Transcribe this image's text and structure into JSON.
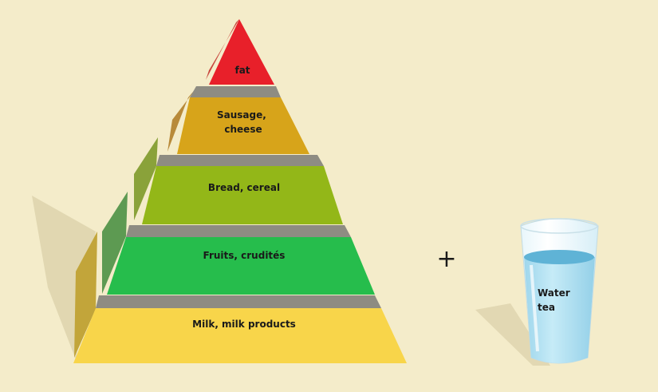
{
  "pyramid": {
    "tiers": [
      {
        "label_lines": [
          "fat"
        ],
        "color": "#e8202a"
      },
      {
        "label_lines": [
          "Sausage,",
          "cheese"
        ],
        "color": "#d7a41a"
      },
      {
        "label_lines": [
          "Bread, cereal"
        ],
        "color": "#93b718"
      },
      {
        "label_lines": [
          "Fruits, crudités"
        ],
        "color": "#26bd4c"
      },
      {
        "label_lines": [
          "Milk, milk products"
        ],
        "color": "#f8d54a"
      }
    ]
  },
  "plus_sign": "+",
  "glass": {
    "label_lines": [
      "Water",
      "tea"
    ],
    "liquid_color": "#aee0f2"
  },
  "colors": {
    "background": "#f4ecca",
    "step_shadow": "#8a8a80"
  }
}
